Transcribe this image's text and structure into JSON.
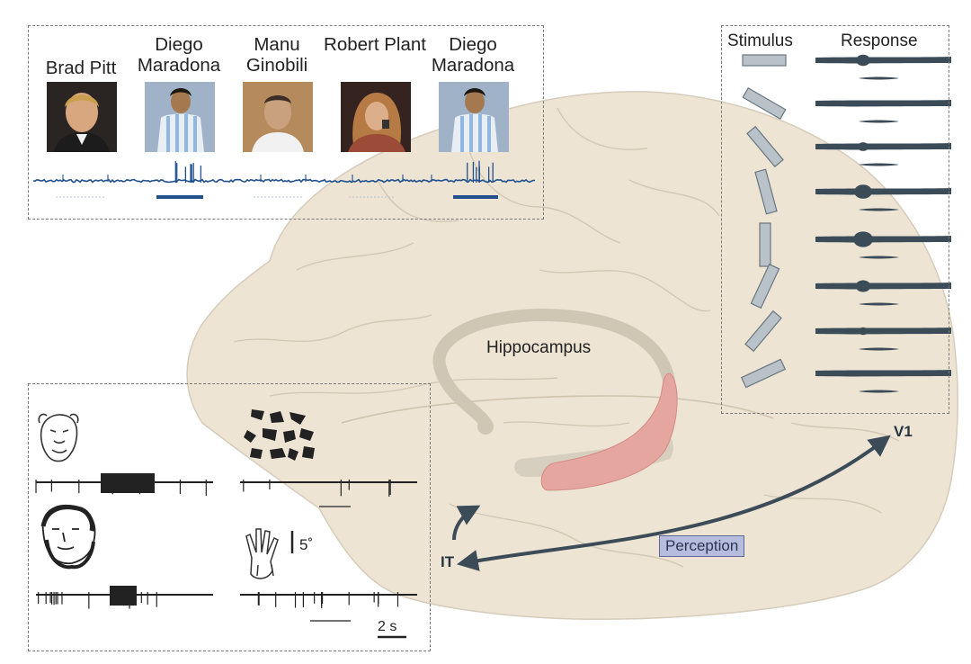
{
  "concept_panel": {
    "names": [
      "Brad Pitt",
      "Diego Maradona",
      "Manu Ginobili",
      "Robert Plant",
      "Diego Maradona"
    ],
    "photos": [
      "brad-pitt-photo",
      "diego-maradona-photo",
      "manu-ginobili-photo",
      "robert-plant-photo",
      "diego-maradona-photo"
    ]
  },
  "orientation_panel": {
    "stimulus_header": "Stimulus",
    "response_header": "Response",
    "angles_deg": [
      0,
      30,
      50,
      75,
      90,
      115,
      130,
      155
    ]
  },
  "brain": {
    "hippocampus_label": "Hippocampus",
    "it_label": "IT",
    "v1_label": "V1",
    "perception_label": "Perception"
  },
  "it_panel": {
    "rotation_label": "5˚",
    "scale_label": "2 s",
    "stimuli": [
      "monkey-face-drawing",
      "scrambled-face-drawing",
      "human-face-drawing",
      "hand-drawing"
    ]
  },
  "colors": {
    "brain_fill": "#ede4d4",
    "hippocampus": "#d6cebe",
    "hippocampus_highlight": "#e5a6a0",
    "trace_blue": "#21508f",
    "arrow": "#3b4b58",
    "perception_box": "#b6bcdd"
  }
}
